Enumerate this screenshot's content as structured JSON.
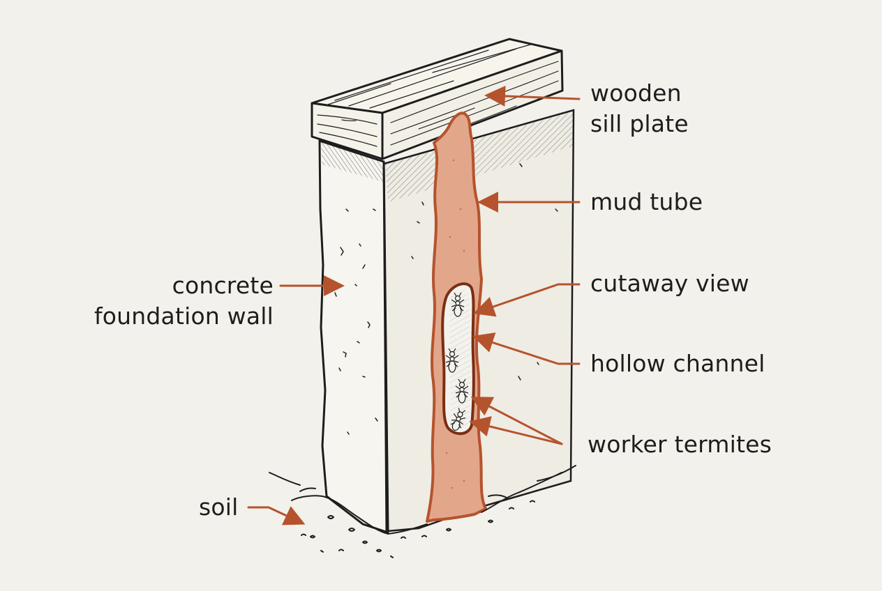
{
  "diagram": {
    "labels": {
      "sill_plate": [
        "wooden",
        "sill plate"
      ],
      "mud_tube": "mud tube",
      "cutaway_view": "cutaway view",
      "hollow_channel": "hollow channel",
      "worker_termites": "worker termites",
      "concrete_wall": [
        "concrete",
        "foundation wall"
      ],
      "soil": "soil"
    },
    "colors": {
      "background": "#f3f1eb",
      "ink": "#1d1d1d",
      "arrow": "#b5532d",
      "mud_tube_fill": "#e2a68b",
      "mud_tube_outline": "#b5532d",
      "concrete_fill": "#f4f2ec",
      "wood_fill": "#f6f3ec"
    },
    "icons": [
      "termite-icon"
    ]
  }
}
